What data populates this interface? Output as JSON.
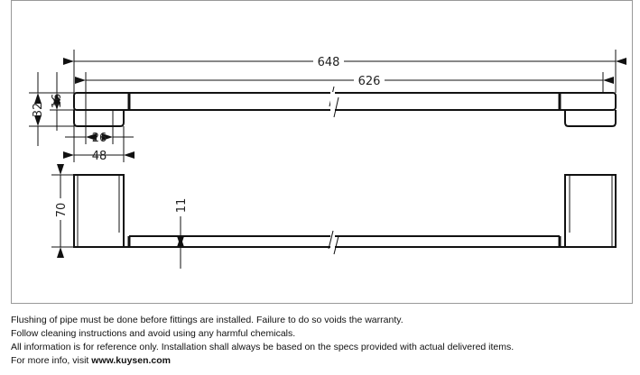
{
  "drawing": {
    "dimensions": {
      "overall_length": "648",
      "bar_length": "626",
      "total_height": "32",
      "bar_height": "16",
      "inner_width": "26",
      "end_width": "48",
      "front_height": "70",
      "bar_thickness": "11"
    }
  },
  "notes": {
    "line1": "Flushing of pipe must be done before fittings are installed. Failure to do so voids the warranty.",
    "line2": "Follow cleaning instructions and avoid using any harmful chemicals.",
    "line3": "All information is for reference only. Installation shall always be based on the specs provided with actual delivered items.",
    "line4_prefix": "For more info, visit ",
    "website": "www.kuysen.com"
  }
}
